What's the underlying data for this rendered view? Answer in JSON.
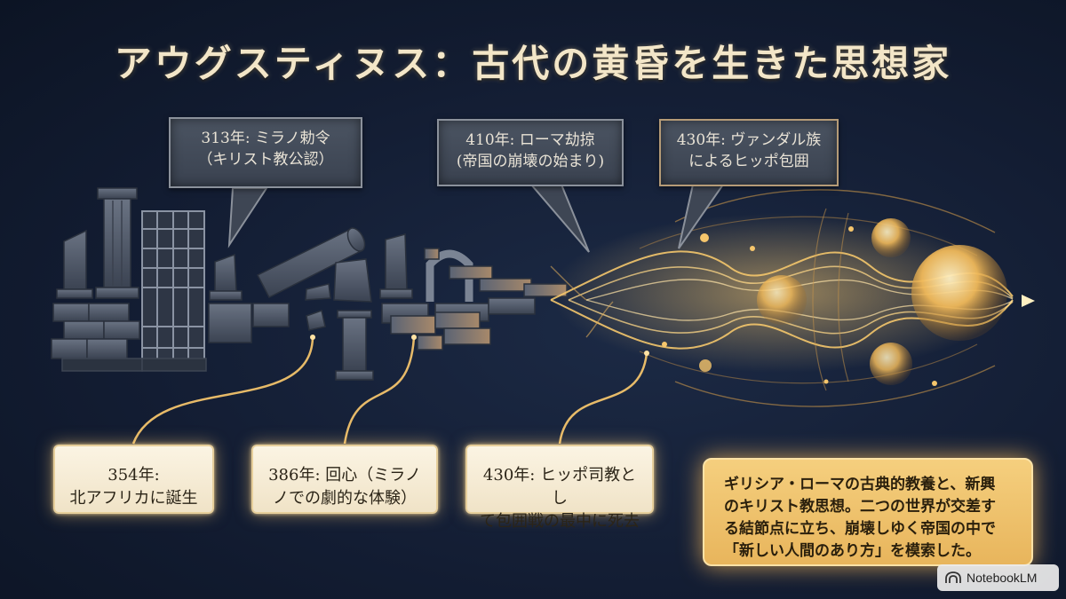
{
  "title": "アウグスティヌス：古代の黄昏を生きた思想家",
  "events_top": [
    {
      "line1": "313年: ミラノ勅令",
      "line2": "（キリスト教公認）"
    },
    {
      "line1": "410年: ローマ劫掠",
      "line2": "(帝国の崩壊の始まり)"
    },
    {
      "line1": "430年: ヴァンダル族",
      "line2": "によるヒッポ包囲"
    }
  ],
  "events_bottom": [
    {
      "line1": "354年:",
      "line2": "北アフリカに誕生"
    },
    {
      "line1": "386年: 回心（ミラノ",
      "line2": "ノでの劇的な体験）"
    },
    {
      "line1": "430年: ヒッポ司教とし",
      "line2": "て包囲戦の最中に死去"
    }
  ],
  "summary": {
    "lines": [
      "ギリシア・ローマの古典的教養と、新興",
      "のキリスト教思想。二つの世界が交差す",
      "る結節点に立ち、崩壊しゆく帝国の中で",
      "「新しい人間のあり方」を模索した。"
    ]
  },
  "badge": {
    "label": "NotebookLM",
    "icon": "notebooklm-logo-icon"
  },
  "colors": {
    "background": "#131d33",
    "gold": "#f2c36b",
    "stone": "#4b5462",
    "paper": "#f6ecd6"
  }
}
